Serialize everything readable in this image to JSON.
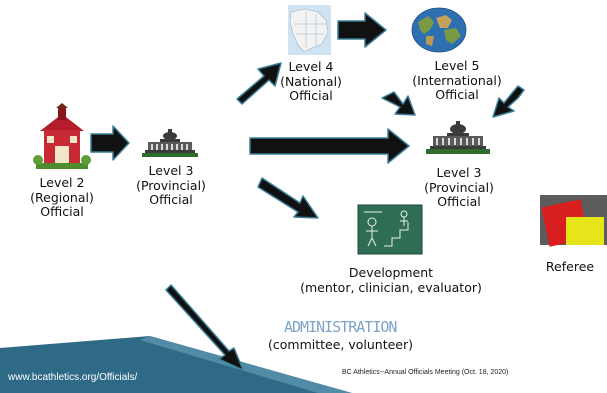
{
  "nodes": {
    "level2": "Level 2\n(Regional)\nOfficial",
    "level3_left": "Level 3\n(Provincial)\nOfficial",
    "level4": "Level 4\n(National)\nOfficial",
    "level5": "Level 5\n(International)\nOfficial",
    "level3_right": "Level 3\n(Provincial)\nOfficial",
    "development": "Development\n(mentor, clinician, evaluator)",
    "referee": "Referee",
    "administration_title": "ADMINISTRATION",
    "administration_sub": "(committee, volunteer)"
  },
  "footer": {
    "url": "www.bcathletics.org/Officials/",
    "meeting": "BC Athletics--Annual Officials Meeting (Oct. 18, 2020)"
  },
  "icons": [
    "schoolhouse-icon",
    "capitol-building-icon",
    "north-america-map-icon",
    "world-map-icon",
    "chalkboard-icon",
    "referee-cards-icon"
  ],
  "colors": {
    "arrow_fill": "#111111",
    "arrow_outline": "#3a7f96",
    "footer_band": "#2e6a86",
    "admin_text": "#7ea3c8",
    "red_card": "#d81e1e",
    "yellow_card": "#e5e51a"
  }
}
